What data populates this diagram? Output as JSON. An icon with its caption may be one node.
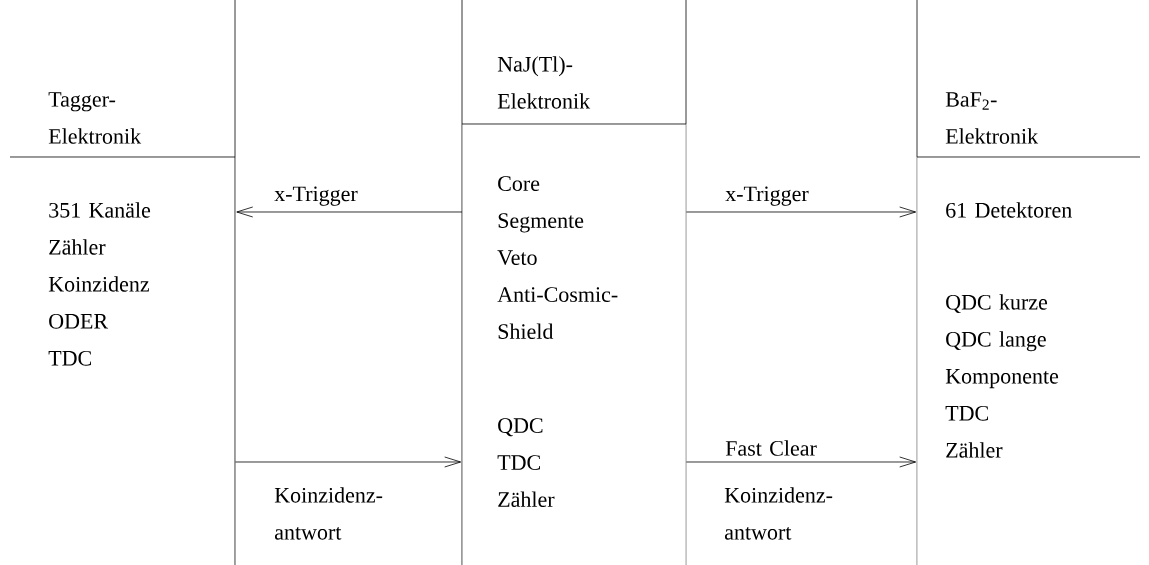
{
  "diagram": {
    "nodes": [
      {
        "text": [
          "Tagger- Elektronik"
        ]
      },
      {
        "text": [
          "351 Kanäle",
          "Zähler",
          "Koinzidenz",
          "ODER",
          "TDC"
        ]
      },
      {
        "text": [
          "NaJ(Tl)- Elektronik"
        ]
      },
      {
        "text": [
          "Core",
          "Segmente",
          "Veto",
          "Anti-Cosmic- Shield",
          "QDC",
          "TDC",
          "Zähler"
        ]
      },
      {
        "text": [
          "BaF$_{2}$- Elektronik"
        ]
      },
      {
        "text": [
          "61 Detektoren",
          "QDC kurze",
          "QDC lange",
          "Komponente",
          "TDC",
          "Zähler"
        ]
      }
    ],
    "edges": [
      {
        "from": 3,
        "to": 1,
        "arrow": "to",
        "label": "x-Trigger"
      },
      {
        "from": 1,
        "to": 3,
        "arrow": "to",
        "label": "Koinzidenz- antwort"
      },
      {
        "from": 3,
        "to": 5,
        "arrow": "to",
        "label": "x-Trigger"
      },
      {
        "from": 3,
        "to": 5,
        "arrow": "to",
        "label": "Fast Clear"
      }
    ],
    "labels": [
      "Koinzidenz- antwort"
    ]
  }
}
